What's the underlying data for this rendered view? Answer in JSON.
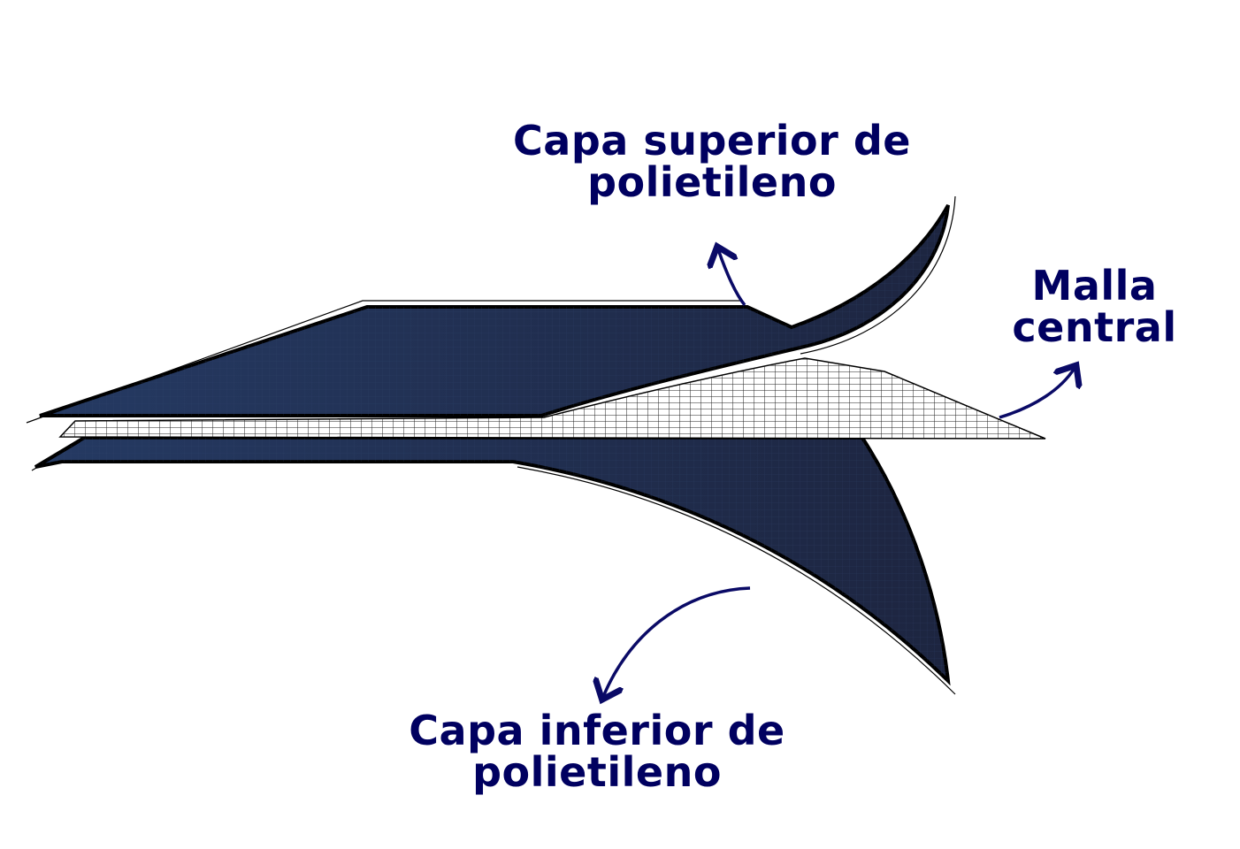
{
  "labels": {
    "top_layer": {
      "line1": "Capa superior de",
      "line2": "polietileno"
    },
    "mesh": {
      "line1": "Malla",
      "line2": "central"
    },
    "bottom_layer": {
      "line1": "Capa inferior de",
      "line2": "polietileno"
    }
  },
  "colors": {
    "label": "#000060",
    "sheet": "#1f2d4d",
    "arrow": "#0a0a66"
  }
}
